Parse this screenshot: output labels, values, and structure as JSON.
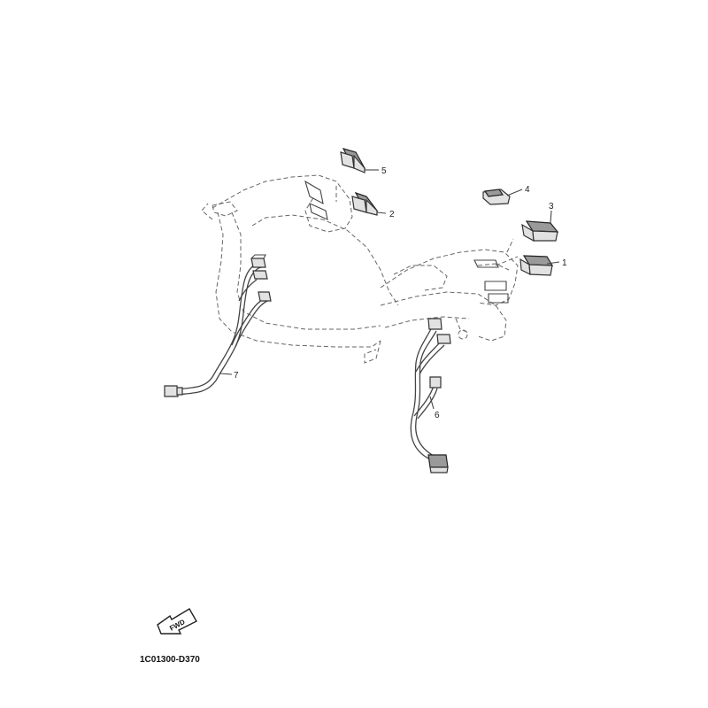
{
  "callouts": [
    {
      "number": "1"
    },
    {
      "number": "2"
    },
    {
      "number": "3"
    },
    {
      "number": "4"
    },
    {
      "number": "5"
    },
    {
      "number": "6"
    },
    {
      "number": "7"
    }
  ],
  "direction_arrow": {
    "label": "FWD"
  },
  "diagram_code": "1C01300-D370"
}
